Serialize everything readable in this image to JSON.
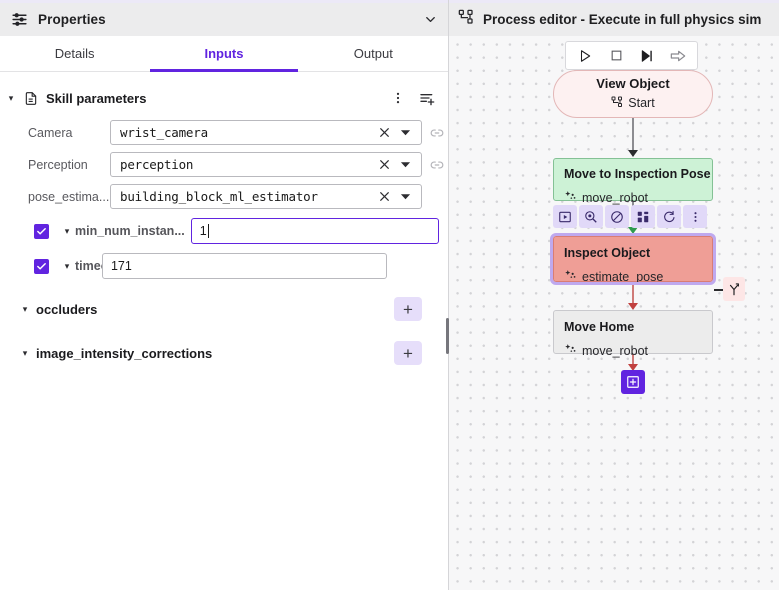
{
  "left_panel": {
    "header": {
      "title": "Properties",
      "icon": "tune-icon",
      "collapse_icon": "chevron-down-icon"
    },
    "tabs": [
      {
        "label": "Details",
        "active": false
      },
      {
        "label": "Inputs",
        "active": true
      },
      {
        "label": "Output",
        "active": false
      }
    ],
    "section": {
      "title": "Skill parameters",
      "caret": "▾",
      "icon": "document-icon",
      "more_icon": "more-vert-icon",
      "add_param_icon": "add-list-item-icon"
    },
    "fields": [
      {
        "label": "Camera",
        "value": "wrist_camera",
        "clear": "✕",
        "arrow": "▾",
        "link_icon": "link-icon",
        "has_link": true
      },
      {
        "label": "Perception",
        "value": "perception",
        "clear": "✕",
        "arrow": "▾",
        "link_icon": "link-icon",
        "has_link": true
      },
      {
        "label": "pose_estima...",
        "value": "building_block_ml_estimator",
        "clear": "✕",
        "arrow": "▾",
        "link_icon": "link-icon",
        "has_link": false
      }
    ],
    "checkbox_rows": [
      {
        "label": "min_num_instan...",
        "value": "1",
        "checked": true,
        "caret": "▾",
        "focused": true
      },
      {
        "label": "timeout_sec",
        "value": "171",
        "checked": true,
        "caret": "▾",
        "focused": false
      }
    ],
    "groups": [
      {
        "label": "occluders",
        "caret": "▾",
        "add_label": "+"
      },
      {
        "label": "image_intensity_corrections",
        "caret": "▾",
        "add_label": "+"
      }
    ]
  },
  "right_panel": {
    "header": {
      "title": "Process editor - Execute in full physics sim",
      "icon": "process-tree-icon"
    },
    "playback_buttons": [
      {
        "name": "play-button",
        "glyph": "play"
      },
      {
        "name": "stop-button",
        "glyph": "stop"
      },
      {
        "name": "step-forward-button",
        "glyph": "step"
      },
      {
        "name": "advance-button",
        "glyph": "arrow-right"
      }
    ],
    "nodes": [
      {
        "id": "view-object",
        "title": "View Object",
        "subtitle": "Start",
        "icon": "process-tree-icon",
        "shape": "pill",
        "color": "#fdf1f1"
      },
      {
        "id": "move-to-inspection-pose",
        "title": "Move to Inspection Pose",
        "subtitle": "move_robot",
        "icon": "skill-icon",
        "shape": "box",
        "color": "#cdf2d6"
      },
      {
        "id": "inspect-object",
        "title": "Inspect Object",
        "subtitle": "estimate_pose",
        "icon": "skill-icon",
        "shape": "box",
        "color": "#ef9e96",
        "selected": true
      },
      {
        "id": "move-home",
        "title": "Move Home",
        "subtitle": "move_robot",
        "icon": "skill-icon",
        "shape": "box",
        "color": "#ececec"
      }
    ],
    "node_toolbar": [
      {
        "name": "run-from-here-icon",
        "glyph": "play-box"
      },
      {
        "name": "inspect-zoom-icon",
        "glyph": "magnifier"
      },
      {
        "name": "disable-node-icon",
        "glyph": "block"
      },
      {
        "name": "breakpoint-grid-icon",
        "glyph": "grid"
      },
      {
        "name": "retry-icon",
        "glyph": "refresh"
      },
      {
        "name": "node-more-icon",
        "glyph": "more-vert"
      }
    ],
    "branch_chip": {
      "name": "branch-icon",
      "glyph": "fork"
    },
    "add_node_button": {
      "name": "add-node-button",
      "glyph": "add-box"
    }
  },
  "colors": {
    "accent": "#6124e0",
    "header_bg": "#ececed",
    "canvas_bg": "#f7f7f8",
    "node_green": "#cdf2d6",
    "node_red": "#ef9e96",
    "node_pink": "#fdf1f1",
    "node_gray": "#ececec"
  }
}
